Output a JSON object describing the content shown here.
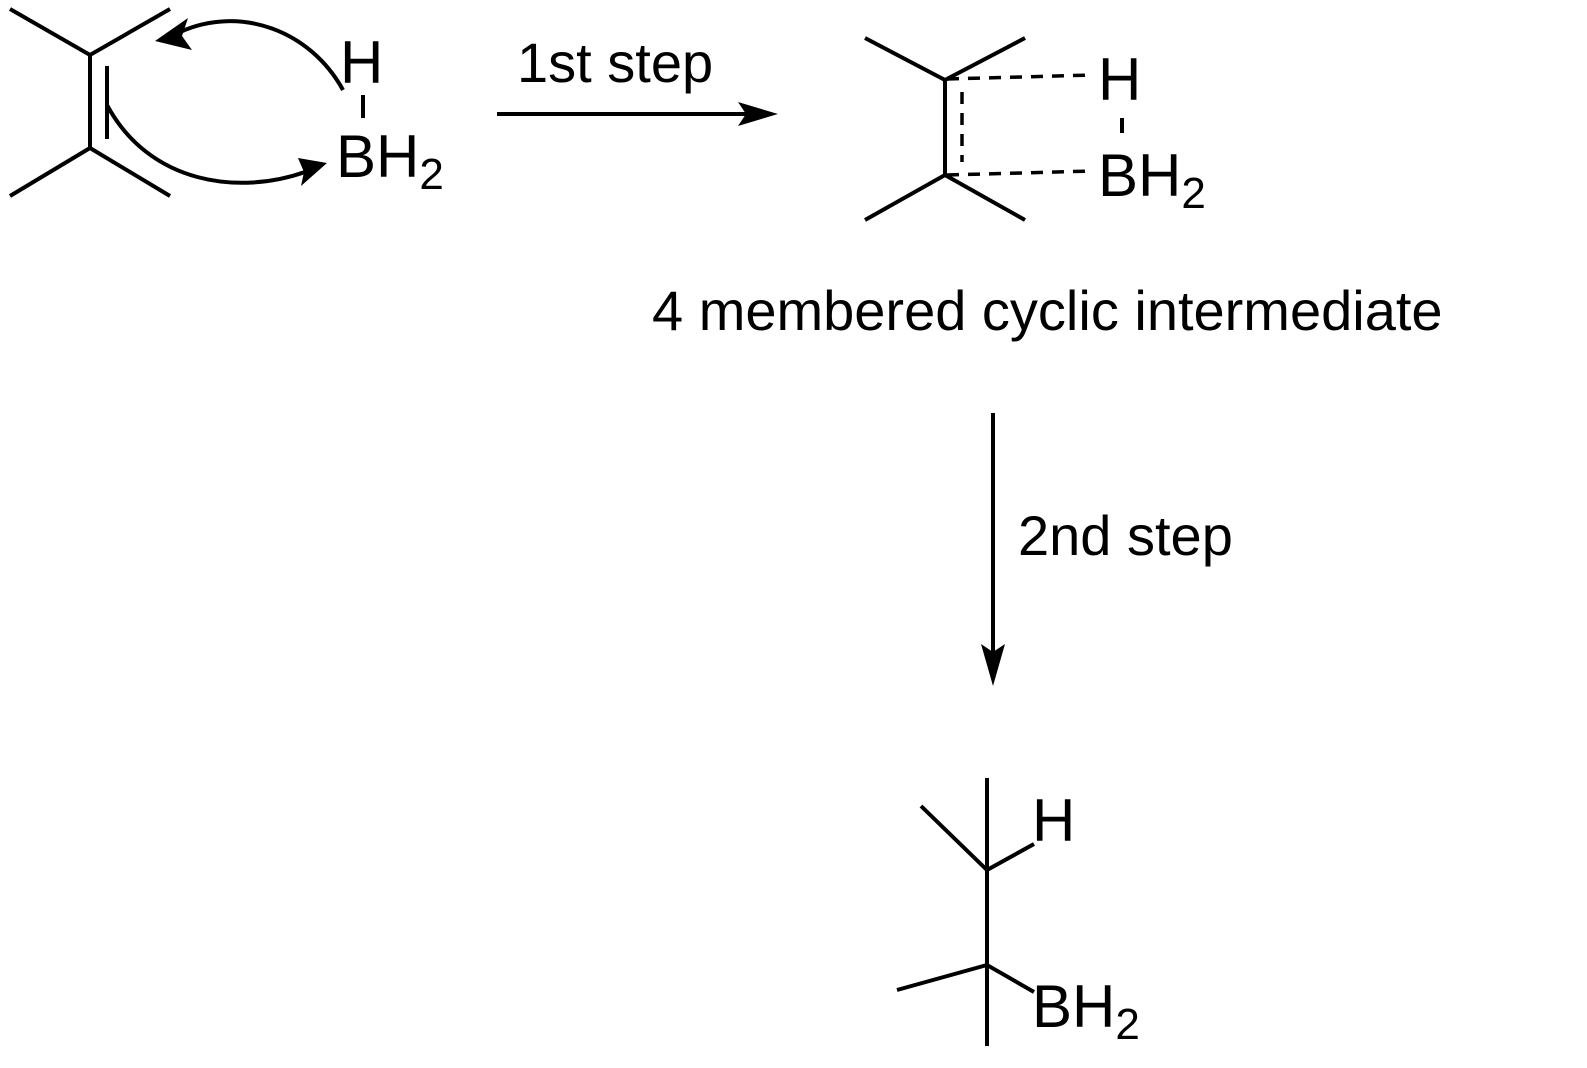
{
  "reactant": {
    "atom_h": "H",
    "atom_b": "B",
    "atom_h2": "H",
    "subscript": "2"
  },
  "step1": {
    "label": "1st step"
  },
  "intermediate": {
    "atom_h": "H",
    "atom_b": "B",
    "atom_h2": "H",
    "subscript": "2",
    "caption": "4 membered cyclic intermediate"
  },
  "step2": {
    "label": "2nd step"
  },
  "product": {
    "atom_h": "H",
    "atom_b": "B",
    "atom_h2": "H",
    "subscript": "2"
  }
}
